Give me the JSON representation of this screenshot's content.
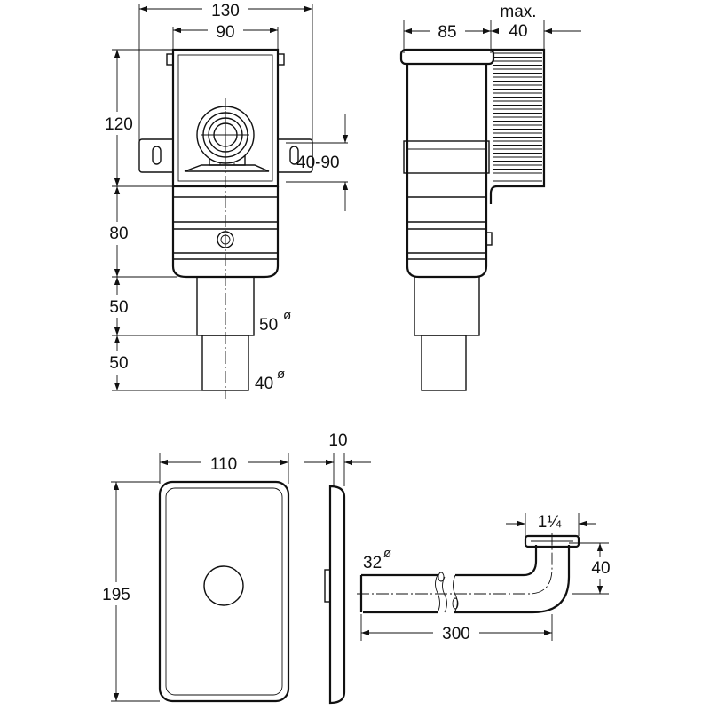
{
  "colors": {
    "line": "#111111",
    "background": "#ffffff"
  },
  "front_view": {
    "width_130": "130",
    "width_90": "90",
    "height_120": "120",
    "range_40_90": "40-90",
    "height_80": "80",
    "height_50_top": "50",
    "height_50_bottom": "50",
    "dia_50": "50",
    "dia_40": "40",
    "dia_symbol": "ø"
  },
  "side_view": {
    "depth_85": "85",
    "max_label": "max.",
    "max_40": "40"
  },
  "cover_plate": {
    "width_110": "110",
    "height_195": "195",
    "thickness_10": "10"
  },
  "pipe": {
    "dia_32": "32",
    "dia_symbol": "ø",
    "length_300": "300",
    "rise_40": "40",
    "thread_1_1_4": "1¼"
  }
}
